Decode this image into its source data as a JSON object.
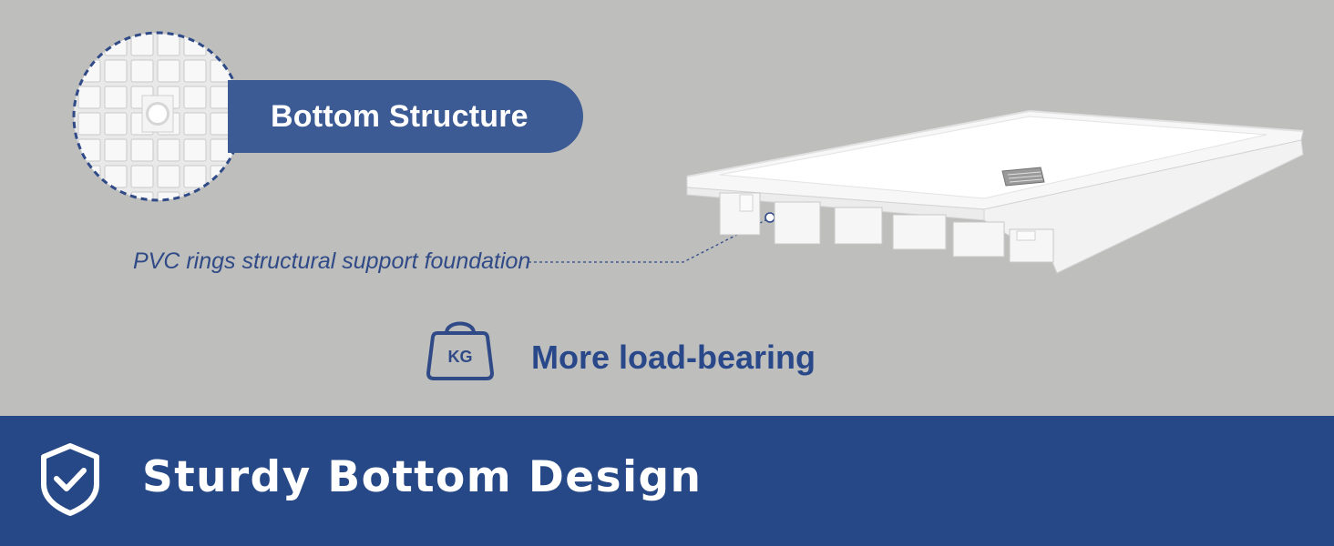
{
  "header": {
    "badge_label": "Bottom Structure"
  },
  "callout": {
    "label": "PVC rings structural support foundation"
  },
  "feature": {
    "icon_name": "kg-weight-icon",
    "icon_text": "KG",
    "label": "More load-bearing"
  },
  "footer": {
    "icon_name": "shield-check-icon",
    "title": "Sturdy Bottom Design"
  },
  "colors": {
    "background": "#bebebd",
    "badge": "#3c5a93",
    "footer": "#264886",
    "accent_text": "#29488a"
  }
}
